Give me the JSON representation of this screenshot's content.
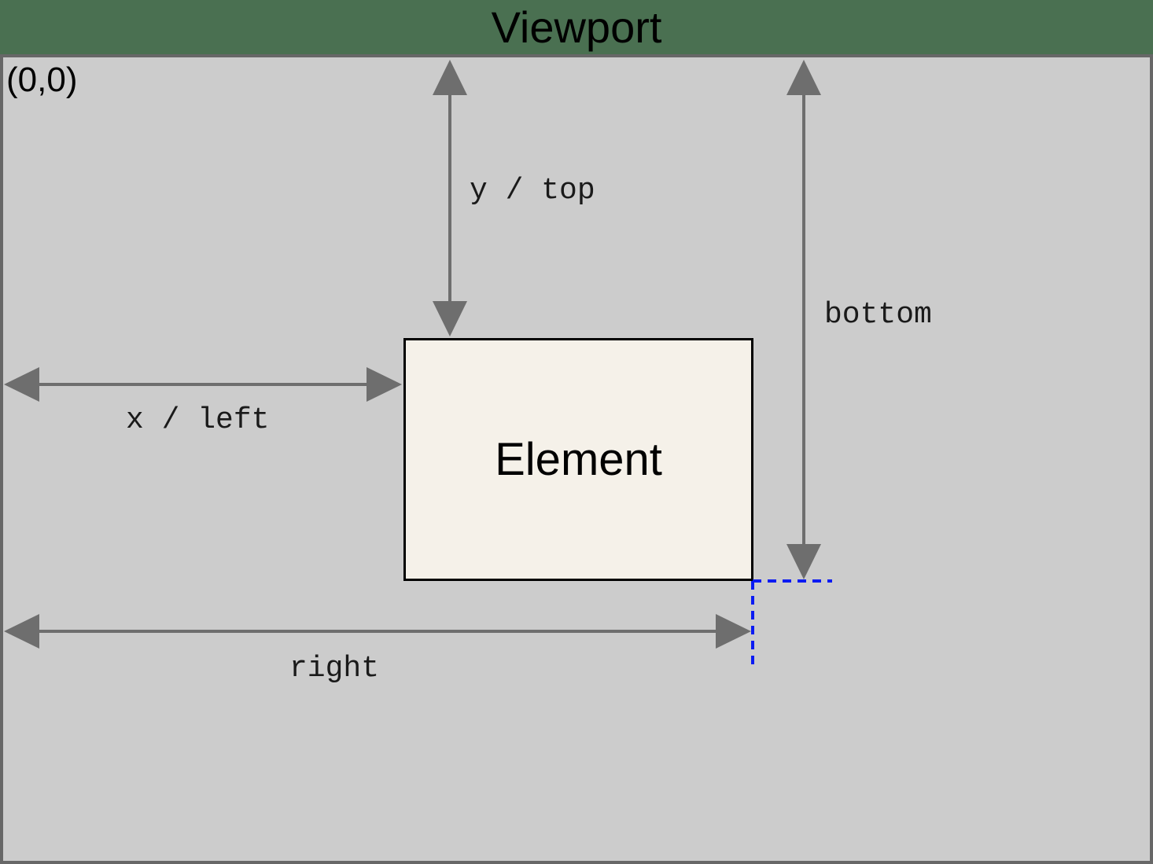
{
  "title": "Viewport",
  "origin_label": "(0,0)",
  "element": {
    "label": "Element"
  },
  "measurements": {
    "y_top": "y / top",
    "x_left": "x / left",
    "bottom": "bottom",
    "right": "right"
  },
  "colors": {
    "backdrop": "#4a7051",
    "viewport_fill": "#cccccc",
    "viewport_border": "#676767",
    "arrow": "#6e6e6e",
    "element_fill": "#f5f1e9",
    "element_border": "#000000",
    "guide_blue": "#0b1bf2",
    "text": "#000000"
  }
}
